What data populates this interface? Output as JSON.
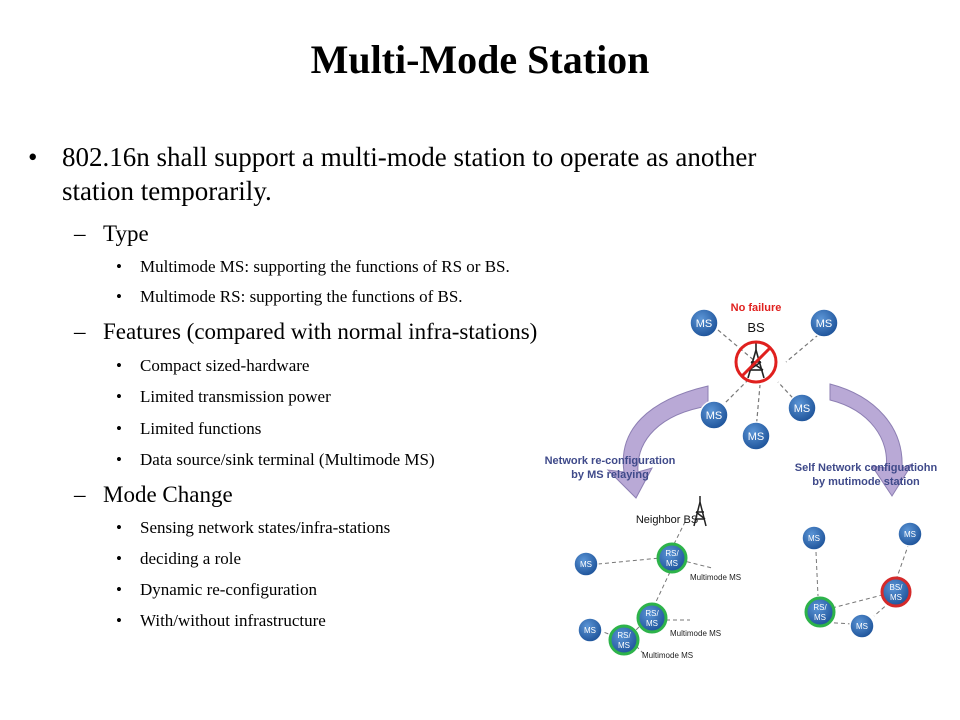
{
  "slide": {
    "title": "Multi-Mode Station",
    "bullet": "802.16n shall support a multi-mode station to operate as another station temporarily.",
    "sections": [
      {
        "label": "Type",
        "items": [
          "Multimode MS: supporting the functions of RS or BS.",
          "Multimode RS: supporting the functions of BS."
        ]
      },
      {
        "label": "Features (compared with normal infra-stations)",
        "items": [
          "Compact sized-hardware",
          "Limited transmission power",
          "Limited functions",
          "Data source/sink terminal (Multimode MS)"
        ]
      },
      {
        "label": "Mode Change",
        "items": [
          "Sensing  network states/infra-stations",
          "deciding a role",
          "Dynamic re-configuration",
          "With/without infrastructure"
        ]
      }
    ],
    "bullet_glyph": "•",
    "dash_glyph": "–"
  },
  "diagram": {
    "no_failure": "No failure",
    "bs": "BS",
    "ms": "MS",
    "caption_left": [
      "Network re-configuration",
      "by MS relaying"
    ],
    "caption_right": [
      "Self Network configuatiohn",
      "by mutimode station"
    ],
    "neighbor_bs": "Neighbor BS",
    "rs_ms": [
      "RS/",
      "MS"
    ],
    "bs_ms": [
      "BS/",
      "MS"
    ],
    "multimode_ms": "Multimode MS",
    "colors": {
      "node": "#1f5fae",
      "green_ring": "#2db34a",
      "red_ring": "#d42a2a",
      "arrow": "#b9a9d6",
      "caption": "#3f4a8a"
    }
  }
}
